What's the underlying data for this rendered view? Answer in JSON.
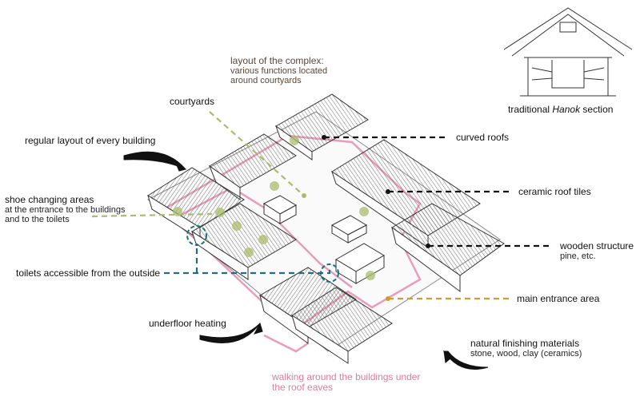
{
  "labels": {
    "layout_title": "layout of the complex:",
    "layout_sub1": "various functions located",
    "layout_sub2": "around courtyards",
    "courtyards": "courtyards",
    "regular_layout": "regular layout of every building",
    "curved_roofs": "curved roofs",
    "ceramic_tiles": "ceramic roof tiles",
    "shoe_title": "shoe changing areas",
    "shoe_sub1": "at the entrance to the buildings",
    "shoe_sub2": "and to the toilets",
    "wooden_title": "wooden structure",
    "wooden_sub": "pine, etc.",
    "toilets": "toilets accessible from the outside",
    "main_entrance": "main entrance area",
    "underfloor": "underfloor heating",
    "natural_title": "natural finishing materials",
    "natural_sub": "stone, wood, clay (ceramics)",
    "walking1": "walking around the buildings under",
    "walking2": "the roof eaves",
    "hanok_pre": "traditional ",
    "hanok_em": "Hanok",
    "hanok_post": " section"
  },
  "colors": {
    "green": "#a9bd6b",
    "teal": "#1d6f80",
    "orange": "#d49a2c",
    "pink": "#e68bb0",
    "black": "#111111",
    "brown": "#5a4636"
  }
}
